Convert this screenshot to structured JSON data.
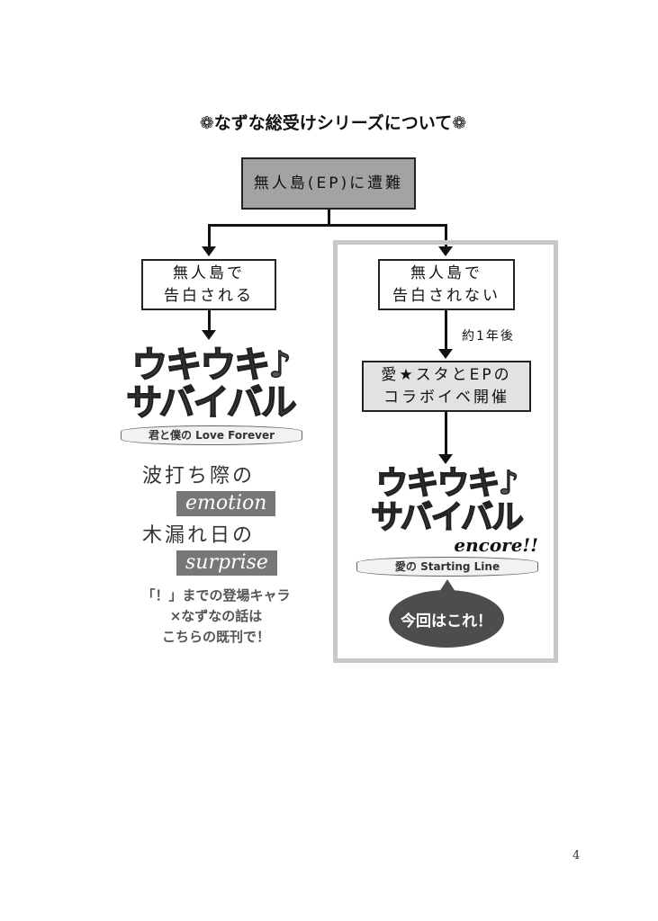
{
  "title": "❁なずな総受けシリーズについて❁",
  "flow": {
    "root": "無人島(EP)に遭難",
    "left_box": [
      "無人島で",
      "告白される"
    ],
    "right_box": [
      "無人島で",
      "告白されない"
    ],
    "time_label": "約1年後",
    "collab_box": [
      "愛★スタとEPの",
      "コラボイベ開催"
    ]
  },
  "left_logo": {
    "title_line1": "ウキウキ♪",
    "title_line2": "サバイバル",
    "subtitle": "君と僕の Love Forever"
  },
  "left_titles": [
    {
      "jp": "波打ち際の",
      "en": "emotion"
    },
    {
      "jp": "木漏れ日の",
      "en": "surprise"
    }
  ],
  "left_note": [
    "「！」までの登場キャラ",
    "×なずなの話は",
    "こちらの既刊で！"
  ],
  "right_logo": {
    "title_line1": "ウキウキ♪",
    "title_line2": "サバイバル",
    "encore": "encore!!",
    "subtitle": "愛の Starting Line"
  },
  "bubble": "今回はこれ！",
  "page_number": "4",
  "colors": {
    "root_fill": "#a3a3a3",
    "collab_fill": "#e2e2e2",
    "frame": "#c8c8c8",
    "bubble": "#4d4d4d"
  }
}
